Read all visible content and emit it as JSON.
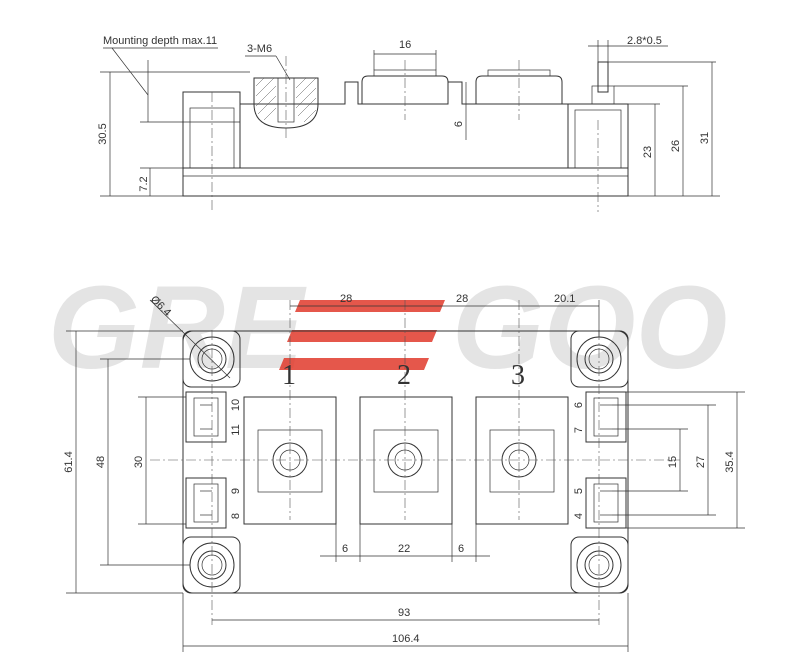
{
  "watermark": {
    "text_left": "GRE",
    "text_right": "GOO",
    "accent_color": "#e0392b"
  },
  "side_view": {
    "labels": {
      "mounting_depth": "Mounting depth max.11",
      "thread": "3-M6",
      "terminal_width": "16",
      "pin_size": "2.8*0.5",
      "height_total_left": "30.5",
      "height_base": "7.2",
      "step_6": "6",
      "height_23": "23",
      "height_26": "26",
      "height_31": "31"
    }
  },
  "top_view": {
    "labels": {
      "hole_dia": "Ø6.4",
      "pitch_1": "28",
      "pitch_2": "28",
      "edge_offset": "20.1",
      "height_61_4": "61.4",
      "height_48": "48",
      "height_30": "30",
      "height_15": "15",
      "height_27": "27",
      "height_35_4": "35.4",
      "gap_left": "6",
      "terminal_22": "22",
      "gap_right": "6",
      "width_93": "93",
      "width_106_4": "106.4"
    },
    "terminal_numbers": [
      "1",
      "2",
      "3"
    ],
    "pin_numbers_left": [
      "10",
      "11",
      "9",
      "8"
    ],
    "pin_numbers_right": [
      "6",
      "7",
      "5",
      "4"
    ]
  },
  "colors": {
    "line": "#333333",
    "watermark_gray": "#cfcfcf",
    "watermark_red": "#e0392b"
  }
}
